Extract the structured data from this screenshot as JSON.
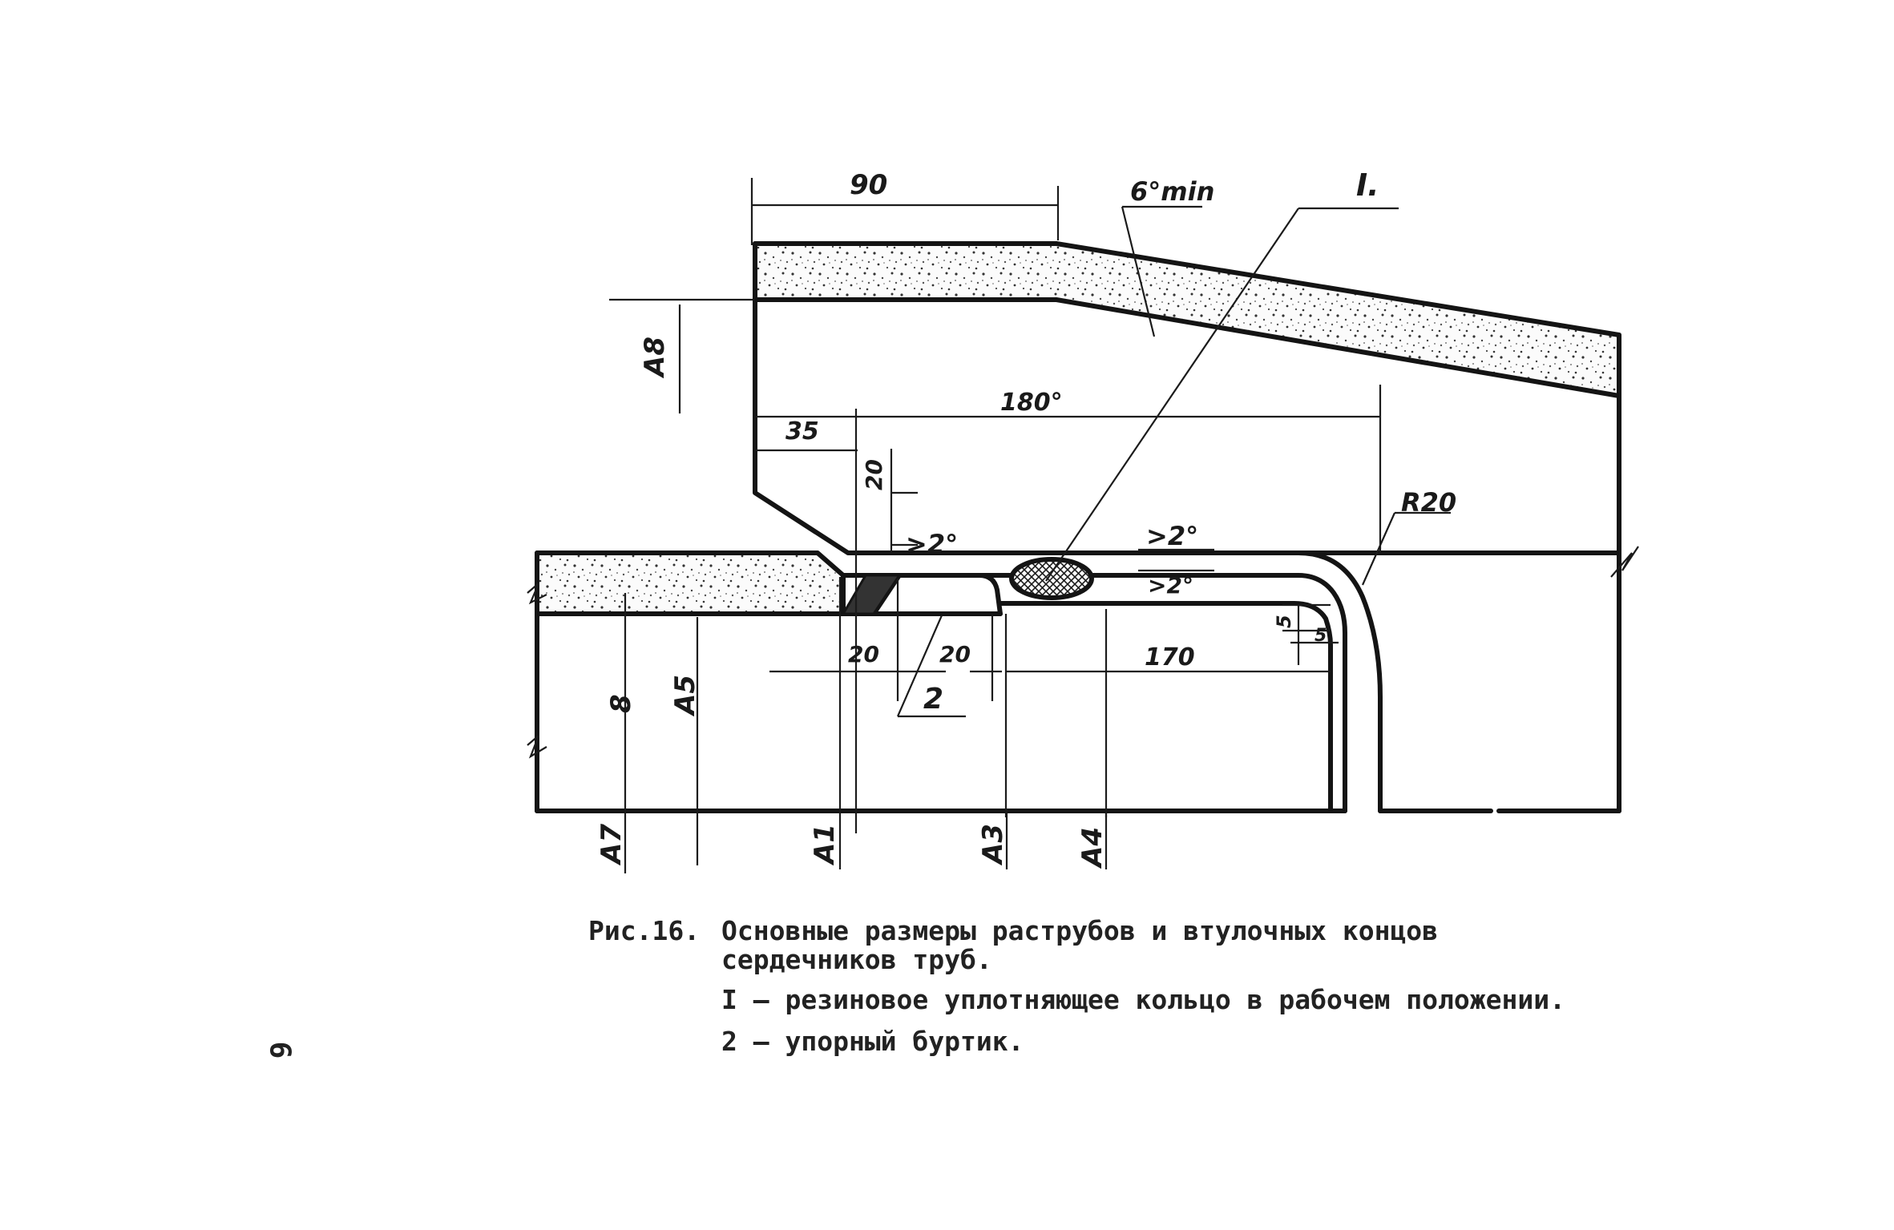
{
  "figure": {
    "caption_number": "Рис.16.",
    "caption_text_line1": "Основные размеры раструбов и втулочных концов",
    "caption_text_line2": "сердечников труб.",
    "legend": [
      "I – резиновое уплотняющее кольцо в рабочем положении.",
      "2 – упорный буртик."
    ],
    "page_number": "6"
  },
  "labels": {
    "dim_90": "90",
    "angle_6_min": "6°min",
    "callout_I": "I.",
    "dim_A8": "A8",
    "dim_180": "180°",
    "dim_35": "35",
    "dim_20_vertical": "20",
    "angle_2_left": ">2°",
    "angle_2_mid_top": ">2°",
    "angle_2_mid_bottom": ">2°",
    "radius_R20": "R20",
    "dim_5_right": "5",
    "dim_5_right_b": "5",
    "dim_20_a": "20",
    "dim_20_b": "20",
    "dim_170": "170",
    "callout_2": "2",
    "dim_8": "8",
    "dim_A5": "A5",
    "dim_A7": "A7",
    "dim_A1": "A1",
    "dim_A3": "A3",
    "dim_A4": "A4"
  }
}
